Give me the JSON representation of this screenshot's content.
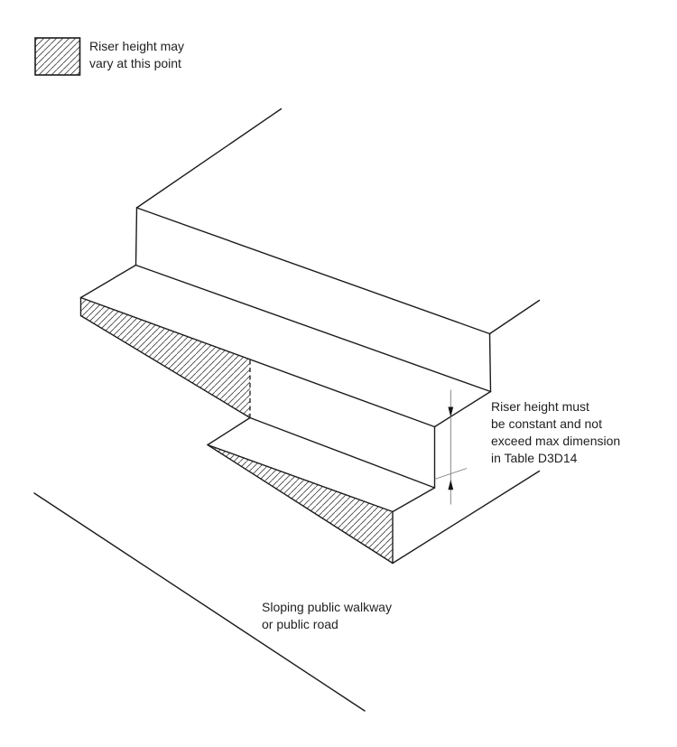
{
  "legend": {
    "swatch": "diagonal-hatch-swatch",
    "lines": [
      "Riser height may",
      "vary at this point"
    ]
  },
  "annotations": {
    "riser_note": {
      "lines": [
        "Riser height must",
        "be constant and not",
        "exceed max dimension",
        "in Table D3D14"
      ]
    },
    "walkway_note": {
      "lines": [
        "Sloping public walkway",
        "or public road"
      ]
    }
  },
  "diagram": {
    "description": "Isometric drawing of two steps descending onto a sloping public walkway; variable-height riser areas are hatched; a dashed line marks the hidden edge where the lower tread meets the slope; a vertical dimension line with arrowheads marks the constant riser height",
    "hatched_regions": [
      "middle-riser-variable-area",
      "bottom-riser-variable-area"
    ],
    "dimension_marker": "riser-height-dimension"
  },
  "colors": {
    "background": "#ffffff",
    "line": "#1c1c1c",
    "hatch_stroke": "#3d3d3d",
    "dimension_line": "#7a7a7a",
    "text": "#1f1f1f"
  }
}
